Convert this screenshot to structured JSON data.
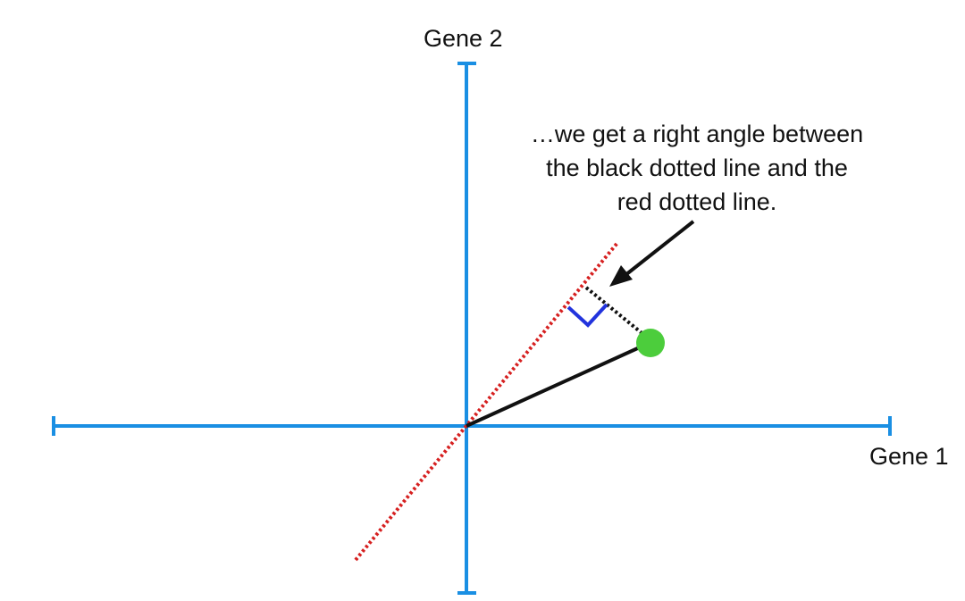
{
  "axes": {
    "x_label": "Gene 1",
    "y_label": "Gene 2"
  },
  "annotation": {
    "lines": [
      "…we get a right angle between",
      "the black dotted line and the",
      "red dotted line."
    ]
  },
  "colors": {
    "axis": "#1a8fe3",
    "red_line": "#d62020",
    "data_point": "#4ccd3c",
    "vector": "#111111",
    "right_angle_marker": "#2233dd",
    "arrow": "#111111"
  }
}
